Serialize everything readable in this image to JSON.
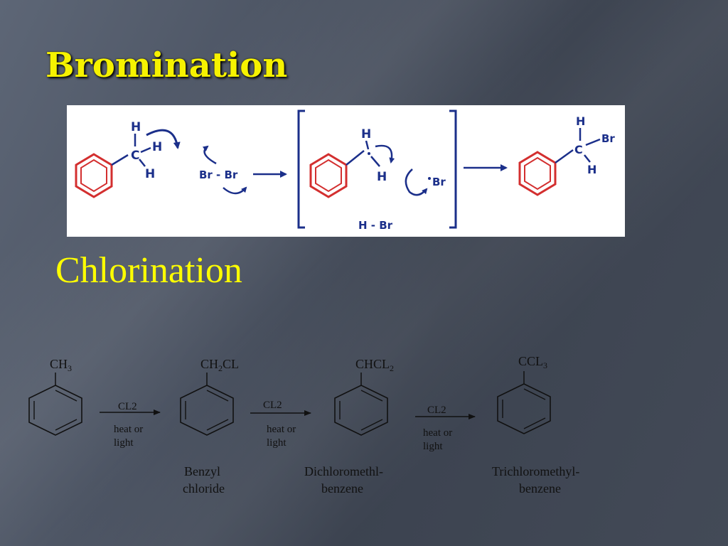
{
  "slide": {
    "title": "Bromination",
    "subtitle": "Chlorination",
    "colors": {
      "title": "#f6f200",
      "subtitle": "#ffff00",
      "ring_red": "#d32f2f",
      "arrow_blue": "#1b2f8a"
    }
  },
  "bromination": {
    "atom_h": "H",
    "atom_c": "C",
    "br_br": "Br - Br",
    "hbr": "H - Br",
    "br_radical": "Br",
    "br_product": "Br"
  },
  "chlorination": {
    "compounds": [
      {
        "formula_main": "CH",
        "formula_sub": "3",
        "formula_tail": ""
      },
      {
        "formula_main": "CH",
        "formula_sub": "2",
        "formula_tail": "CL"
      },
      {
        "formula_main": "CHCL",
        "formula_sub": "2",
        "formula_tail": ""
      },
      {
        "formula_main": "CCL",
        "formula_sub": "3",
        "formula_tail": ""
      }
    ],
    "names": [
      {
        "line1": "Benzyl",
        "line2": "chloride"
      },
      {
        "line1": "Dichloromethl-",
        "line2": "benzene"
      },
      {
        "line1": "Trichloromethyl-",
        "line2": "benzene"
      }
    ],
    "reagent": "CL2",
    "condition_line1": "heat or",
    "condition_line2": "light"
  }
}
